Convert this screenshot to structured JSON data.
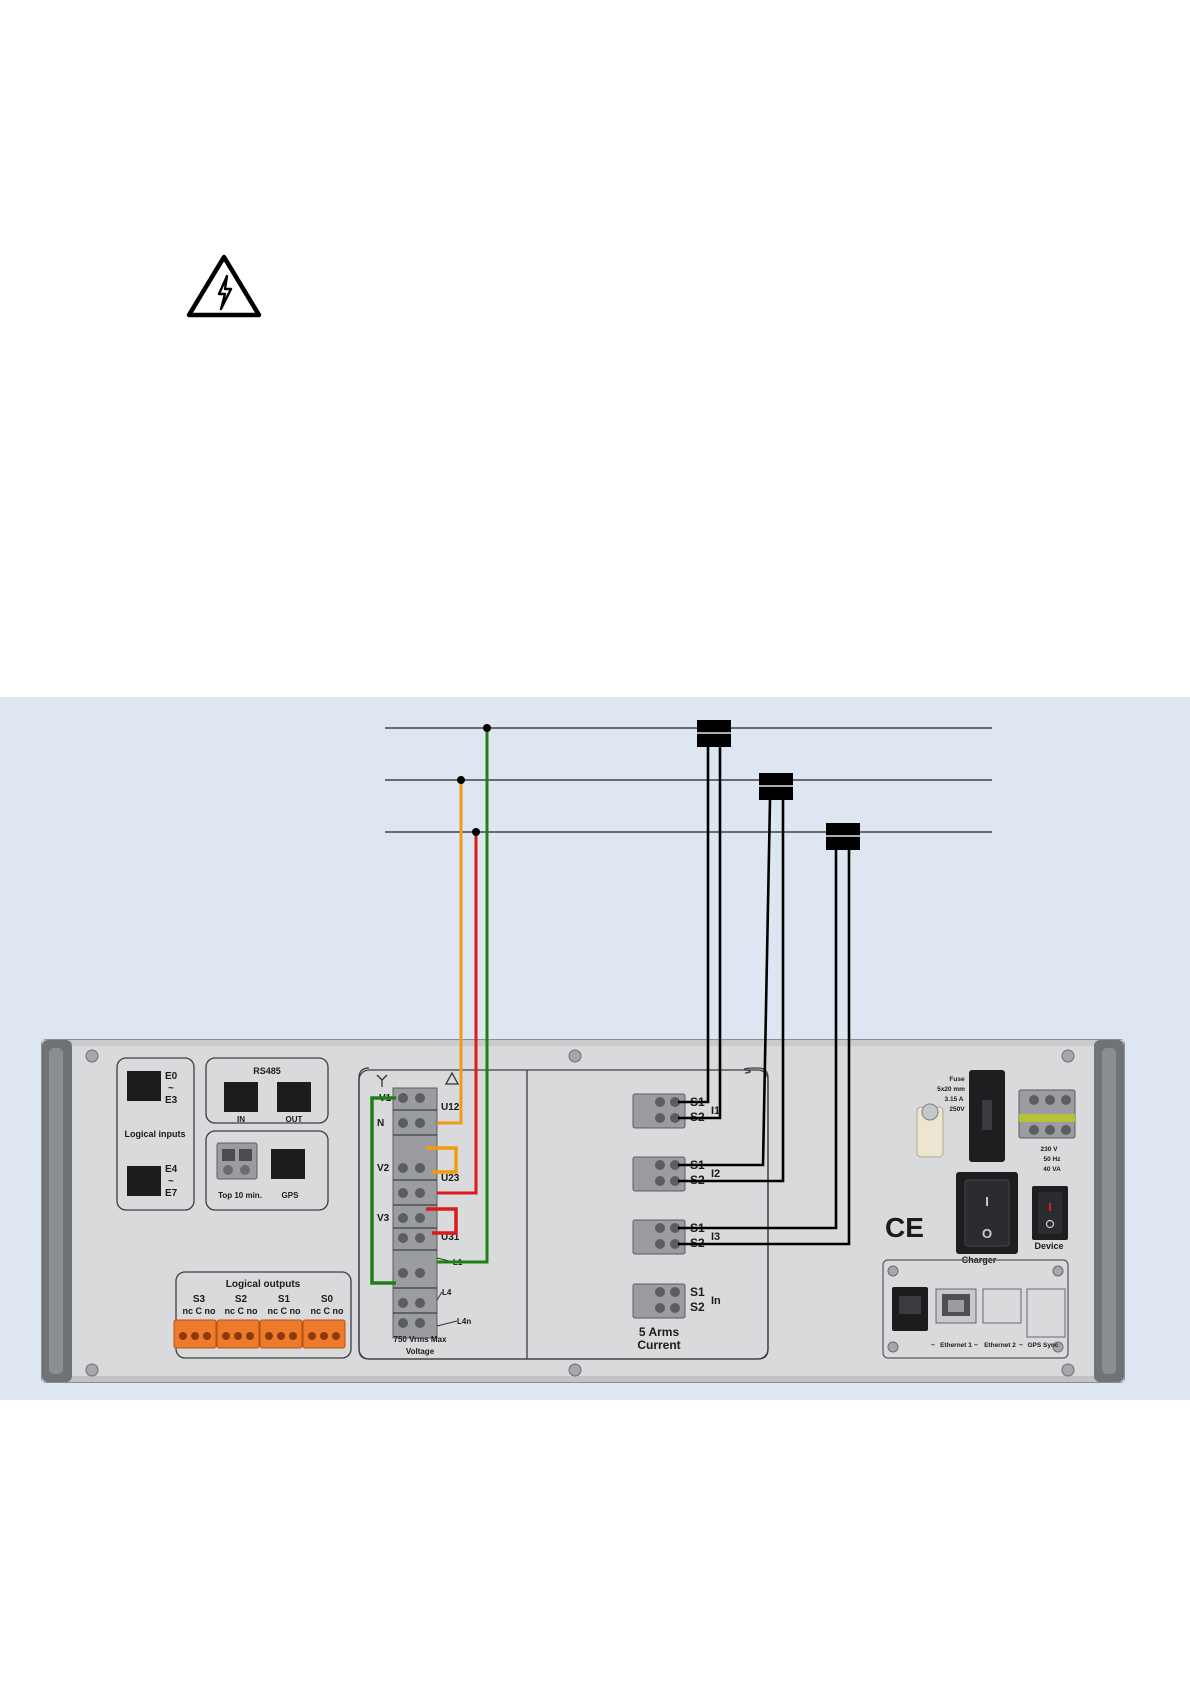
{
  "colors": {
    "background": "#ffffff",
    "diagram_background": "#dde6f1",
    "panel": "#d9dadc",
    "panel_edge": "#8c8e92",
    "handle": "#6f7276",
    "terminal": "#9a9c9f",
    "terminal_dark": "#5b5d60",
    "orange_terminal": "#ee7a2c",
    "wire_l1": "#1f7f16",
    "wire_l2": "#f29a13",
    "wire_l3": "#dc1b1b",
    "wire_ct": "#000000",
    "ground_stripe": "#b9c13a"
  },
  "icons": {
    "warning": "high-voltage-warning-icon",
    "ce": "ce-mark-icon",
    "wye": "wye-symbol-icon",
    "delta": "delta-symbol-icon"
  },
  "logical_inputs": {
    "ports": [
      {
        "top": "E0",
        "tilde": "~",
        "bottom": "E3"
      },
      {
        "top": "E4",
        "tilde": "~",
        "bottom": "E7"
      }
    ],
    "label": "Logical inputs"
  },
  "rs485": {
    "title": "RS485",
    "in_label": "IN",
    "out_label": "OUT"
  },
  "top_label": "Top 10 min.",
  "gps_label": "GPS",
  "logical_outputs": {
    "title": "Logical outputs",
    "groups": [
      {
        "name": "S3",
        "pins": "nc C no"
      },
      {
        "name": "S2",
        "pins": "nc C no"
      },
      {
        "name": "S1",
        "pins": "nc C no"
      },
      {
        "name": "S0",
        "pins": "nc C no"
      }
    ]
  },
  "voltage": {
    "left_labels": [
      "V1",
      "N",
      "V2",
      "V3"
    ],
    "right_labels": [
      "U12",
      "U23",
      "U31",
      "L1",
      "L4",
      "L4n"
    ],
    "rating": "750 Vrms Max",
    "label": "Voltage"
  },
  "current": {
    "inputs": [
      {
        "s1": "S1",
        "s2": "S2",
        "name": "I1"
      },
      {
        "s1": "S1",
        "s2": "S2",
        "name": "I2"
      },
      {
        "s1": "S1",
        "s2": "S2",
        "name": "I3"
      },
      {
        "s1": "S1",
        "s2": "S2",
        "name": "In"
      }
    ],
    "title_line1": "5 Arms",
    "title_line2": "Current"
  },
  "fuse": {
    "lines": [
      "Fuse",
      "5x20 mm",
      "3.15 A",
      "250V"
    ]
  },
  "power_rating": {
    "lines": [
      "230 V",
      "50 Hz",
      "40 VA"
    ]
  },
  "ce_mark": "CE",
  "charger_label": "Charger",
  "device_label": "Device",
  "switch_glyphs": {
    "on": "I",
    "off": "O"
  },
  "ethernet": {
    "ethernet1": "Ethernet 1",
    "ethernet2": "Ethernet 2",
    "gps_sync": "GPS Sync",
    "dash": "–"
  }
}
